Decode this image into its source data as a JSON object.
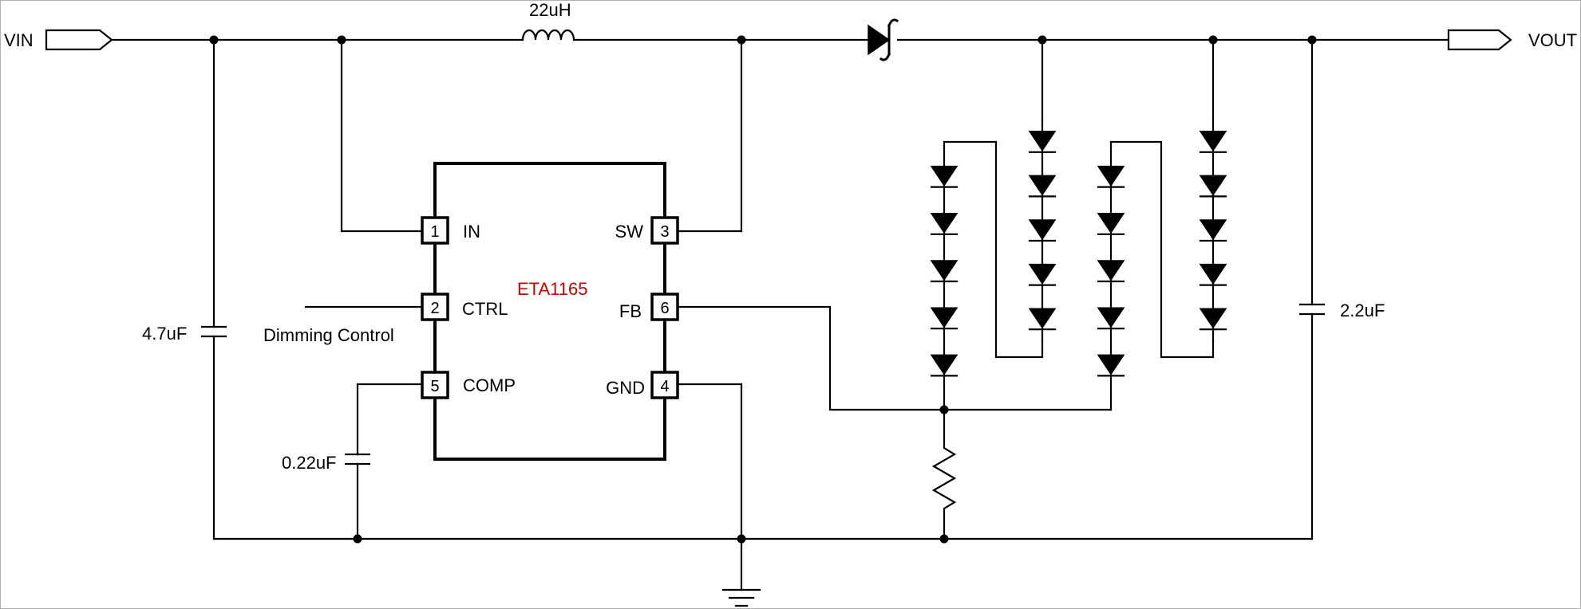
{
  "diagram": {
    "ports": {
      "input": "VIN",
      "output": "VOUT"
    },
    "chip": {
      "name": "ETA1165",
      "name_color": "#cc0000",
      "pins": [
        {
          "number": "1",
          "label": "IN"
        },
        {
          "number": "2",
          "label": "CTRL"
        },
        {
          "number": "5",
          "label": "COMP"
        },
        {
          "number": "3",
          "label": "SW"
        },
        {
          "number": "6",
          "label": "FB"
        },
        {
          "number": "4",
          "label": "GND"
        }
      ]
    },
    "components": {
      "inductor": "22uH",
      "input_cap": "4.7uF",
      "comp_cap": "0.22uF",
      "output_cap": "2.2uF"
    },
    "dimming_label": "Dimming Control"
  }
}
